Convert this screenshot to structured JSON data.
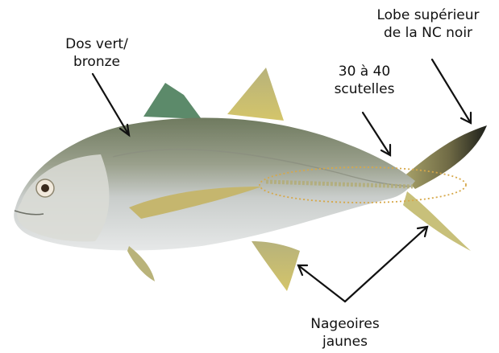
{
  "labels": {
    "back": [
      "Dos vert/",
      "bronze"
    ],
    "caudal_lobe": [
      "Lobe supérieur",
      "de la NC noir"
    ],
    "scutes": [
      "30 à 40",
      "scutelles"
    ],
    "fins": [
      "Nageoires",
      "jaunes"
    ]
  },
  "colors": {
    "back": "#7b8769",
    "belly": "#dfe3e4",
    "fins": "#c9be6c",
    "tail_tip": "#1d1f1a",
    "annotation": "#111111",
    "scute_outline": "#d6a84a"
  }
}
